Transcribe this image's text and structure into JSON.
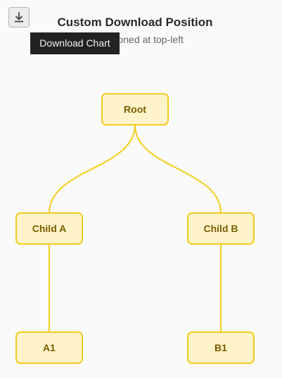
{
  "header": {
    "title": "Custom Download Position",
    "subtitle": "n positioned at top-left"
  },
  "toolbar": {
    "download_icon": "download-icon",
    "tooltip": "Download Chart"
  },
  "diagram": {
    "nodes": [
      {
        "id": "root",
        "label": "Root"
      },
      {
        "id": "child-a",
        "label": "Child A"
      },
      {
        "id": "child-b",
        "label": "Child B"
      },
      {
        "id": "a1",
        "label": "A1"
      },
      {
        "id": "b1",
        "label": "B1"
      }
    ],
    "edges": [
      {
        "from": "root",
        "to": "child-a"
      },
      {
        "from": "root",
        "to": "child-b"
      },
      {
        "from": "child-a",
        "to": "a1"
      },
      {
        "from": "child-b",
        "to": "b1"
      }
    ],
    "colors": {
      "node_fill": "#fff3c9",
      "node_border": "#f3cd1f",
      "edge": "#f3cd1f",
      "label": "#7a5d00"
    }
  }
}
